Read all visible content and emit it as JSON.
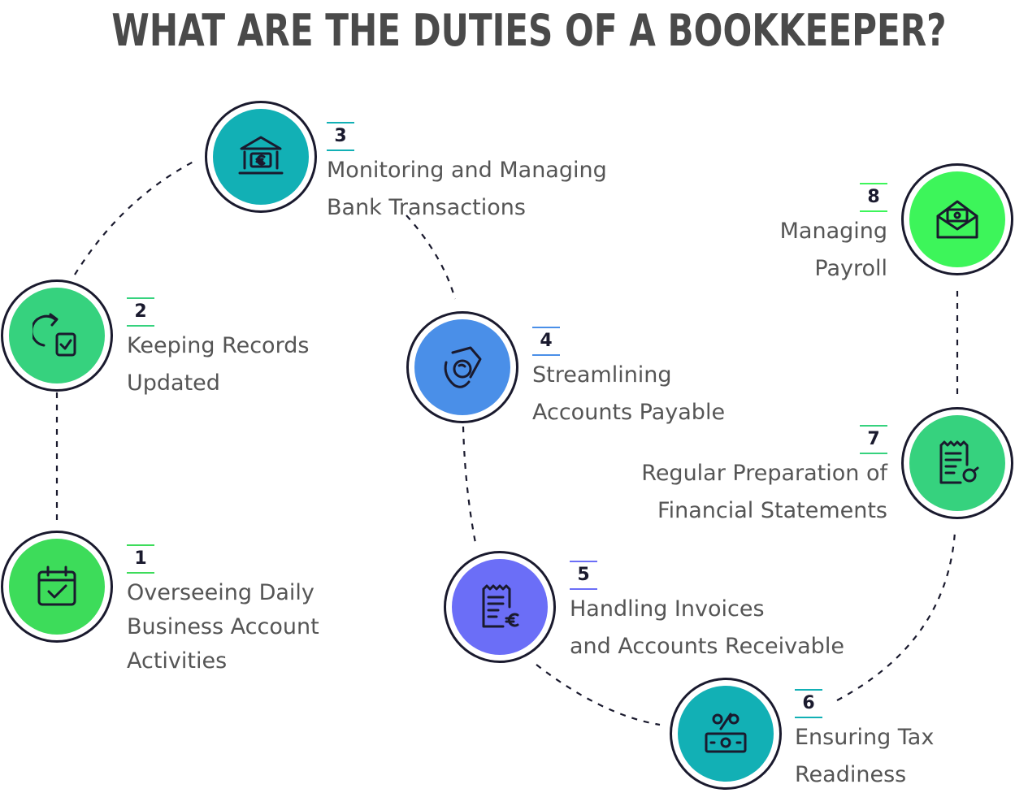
{
  "title": "WHAT ARE THE DUTIES OF A BOOKKEEPER?",
  "duties": [
    {
      "number": "1",
      "line1": "Overseeing Daily",
      "line2": "Business Account",
      "line3": "Activities",
      "color": "#3ddc5a",
      "icon": "calendar-check-icon"
    },
    {
      "number": "2",
      "line1": "Keeping Records",
      "line2": "Updated",
      "color": "#36d27e",
      "icon": "refresh-clipboard-icon"
    },
    {
      "number": "3",
      "line1": "Monitoring and Managing",
      "line2": "Bank Transactions",
      "color": "#12b0b5",
      "icon": "bank-euro-icon"
    },
    {
      "number": "4",
      "line1": "Streamlining",
      "line2": "Accounts Payable",
      "color": "#4a8fe8",
      "icon": "hand-coin-icon"
    },
    {
      "number": "5",
      "line1": "Handling Invoices",
      "line2": "and Accounts Receivable",
      "color": "#6b6ef7",
      "icon": "invoice-euro-icon"
    },
    {
      "number": "6",
      "line1": "Ensuring Tax",
      "line2": "Readiness",
      "color": "#12b0b5",
      "icon": "percent-money-icon"
    },
    {
      "number": "7",
      "line1": "Regular Preparation of",
      "line2": "Financial Statements",
      "color": "#36d27e",
      "icon": "statement-report-icon"
    },
    {
      "number": "8",
      "line1": "Managing",
      "line2": "Payroll",
      "color": "#3df55a",
      "icon": "payroll-envelope-icon"
    }
  ]
}
